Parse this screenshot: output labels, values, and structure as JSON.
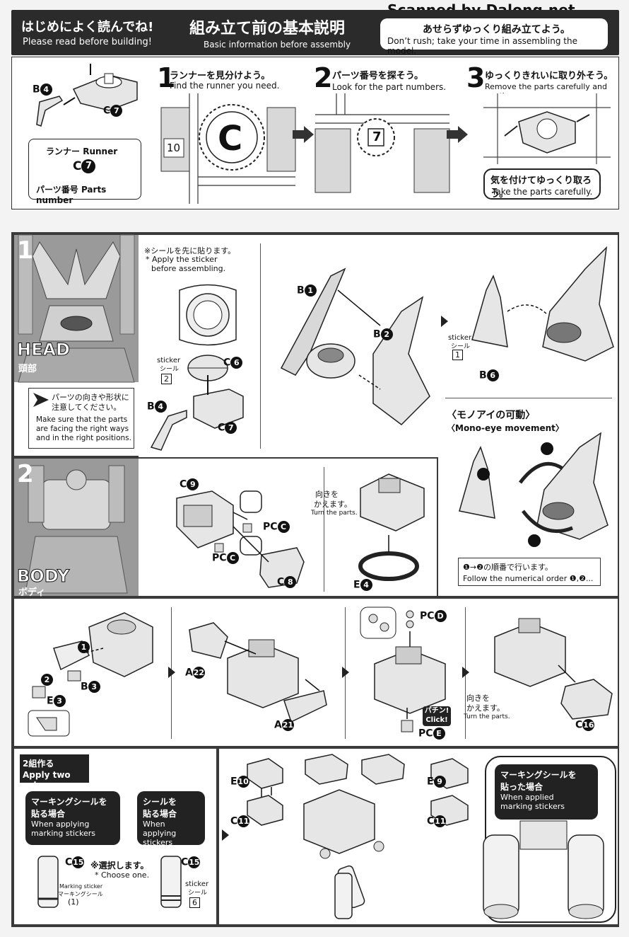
{
  "watermark": "Scanned by Dalong.net",
  "header": {
    "read_jp": "はじめによく読んでね!",
    "read_en": "Please read before building!",
    "basic_jp": "組み立て前の基本説明",
    "basic_en": "Basic information before assembly",
    "rule_jp": "あせらずゆっくり組み立てよう。",
    "rule_en": "Don’t rush; take your time in assembling the model."
  },
  "intro": {
    "example_b": "B",
    "example_b_num": "4",
    "example_c": "C",
    "example_c_num": "7",
    "runner_jp": "ランナー",
    "runner_en": "Runner",
    "runner_letter": "C",
    "runner_num": "7",
    "parts_jp": "パーツ番号",
    "parts_en": "Parts number",
    "step1_num": "1",
    "step1_jp": "ランナーを見分けよう。",
    "step1_en": "Find the runner you need.",
    "step1_tag": "10",
    "step1_letter": "C",
    "step2_num": "2",
    "step2_jp": "パーツ番号を探そう。",
    "step2_en": "Look for the part numbers.",
    "step2_tag": "7",
    "step3_num": "3",
    "step3_jp": "ゆっくりきれいに取り外そう。",
    "step3_en": "Remove the parts carefully and neatly.",
    "careful_jp": "気を付けてゆっくり取ろう。",
    "careful_en": "Take the parts carefully."
  },
  "head": {
    "num": "1",
    "title_en": "HEAD",
    "title_jp": "頭部",
    "note_sticker_jp": "※シールを先に貼ります。",
    "note_sticker_en1": "* Apply the sticker",
    "note_sticker_en2": "before assembling.",
    "sticker_label": "sticker",
    "sticker_jp": "シール",
    "sticker2": "2",
    "sticker1": "1",
    "c6": "6",
    "b4": "4",
    "c7": "7",
    "b1": "1",
    "b2": "2",
    "b6": "6",
    "warn_jp1": "パーツの向きや形状に",
    "warn_jp2": "注意してください。",
    "warn_en1": "Make sure that the parts",
    "warn_en2": "are facing the right ways",
    "warn_en3": "and in the right positions.",
    "mono_jp": "〈モノアイの可動〉",
    "mono_en": "〈Mono-eye movement〉",
    "order_jp": "❶→❷の順番で行います。",
    "order_en": "Follow the numerical order ❶,❷..."
  },
  "body": {
    "num": "2",
    "title_en": "BODY",
    "title_jp": "ボディ",
    "c9": "9",
    "c8": "8",
    "e4": "4",
    "pc": "PC",
    "pcc": "C",
    "turn_jp1": "向きを",
    "turn_jp2": "かえます。",
    "turn_en": "Turn the parts.",
    "b3": "3",
    "e3": "3",
    "a22": "22",
    "a21": "21",
    "pcd": "D",
    "pce": "E",
    "click_jp": "パチン!",
    "click_en": "Click!",
    "c16": "16"
  },
  "legs": {
    "sets_jp": "2組作る",
    "sets_en": "Apply two sets.",
    "mark_jp1": "マーキングシールを",
    "mark_jp2": "貼る場合",
    "mark_en1": "When applying",
    "mark_en2": "marking stickers",
    "stick_jp1": "シールを",
    "stick_jp2": "貼る場合",
    "stick_en1": "When applying",
    "stick_en2": "stickers",
    "c15": "15",
    "choose_jp": "※選択します。",
    "choose_en": "* Choose one.",
    "marking_sticker_en": "Marking sticker",
    "marking_sticker_jp": "マーキングシール",
    "ms1": "1",
    "sticker6": "6",
    "e10": "10",
    "c11": "11",
    "e9": "9",
    "applied_jp1": "マーキングシールを",
    "applied_jp2": "貼った場合",
    "applied_en1": "When applied",
    "applied_en2": "marking stickers"
  }
}
